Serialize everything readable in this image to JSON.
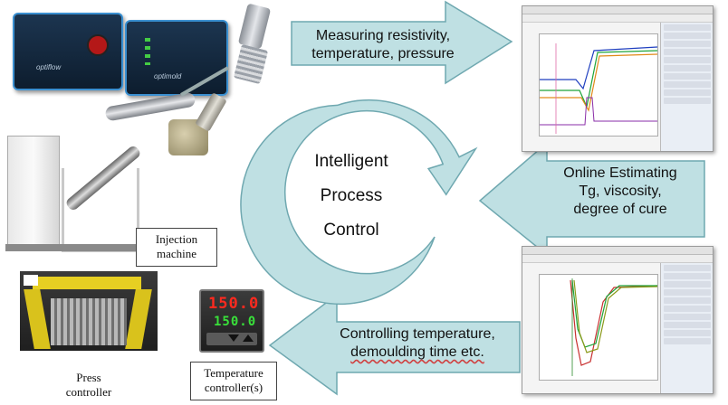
{
  "center": {
    "line1": "Intelligent",
    "line2": "Process",
    "line3": "Control"
  },
  "arrows": {
    "top": {
      "line1": "Measuring resistivity,",
      "line2": "temperature, pressure"
    },
    "right": {
      "line1": "Online Estimating",
      "line2": "Tg, viscosity,",
      "line3": "degree of cure"
    },
    "bottom": {
      "line1": "Controlling temperature,",
      "line2": "demoulding time etc."
    }
  },
  "captions": {
    "injection": {
      "line1": "Injection",
      "line2": "machine"
    },
    "press": {
      "line1": "Press",
      "line2": "controller"
    },
    "temperature": {
      "line1": "Temperature",
      "line2": "controller(s)"
    }
  },
  "devices": {
    "brand1": "optiflow",
    "brand2": "optimold",
    "controller_top": "150.0",
    "controller_bottom": "150.0"
  },
  "colors": {
    "arrow_fill": "#bfe0e3",
    "arrow_stroke": "#6fa8b0",
    "cycle_fill": "#bfe0e3",
    "led_red": "#ff2a1f",
    "led_green": "#39e03a"
  }
}
